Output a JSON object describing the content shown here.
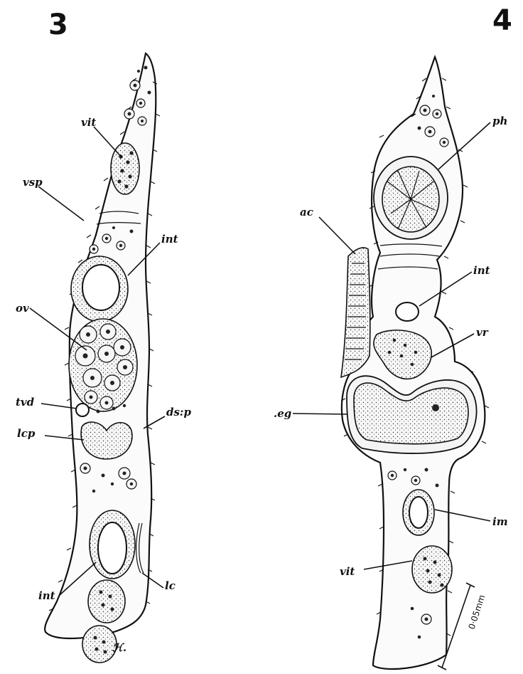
{
  "figures": [
    {
      "number": "3",
      "labels": {
        "vit": "vit",
        "vsp": "vsp",
        "int_upper": "int",
        "ov": "ov",
        "tvd": "tvd",
        "dsp": "ds:p",
        "lcp": "lcp",
        "int_lower": "int",
        "lc": "lc"
      },
      "signature": "ℋ."
    },
    {
      "number": "4",
      "labels": {
        "ph": "ph",
        "ac": "ac",
        "int": "int",
        "vr": "vr",
        "eg": ".eg",
        "im": "im",
        "vit": "vit"
      },
      "scale_bar": "0·05mm"
    }
  ]
}
